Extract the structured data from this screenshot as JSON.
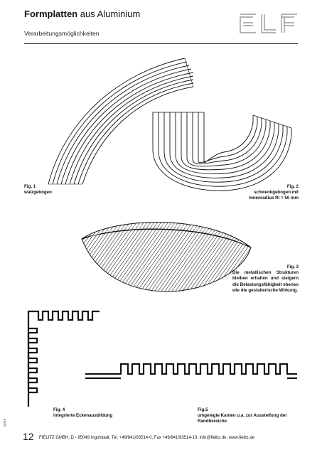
{
  "header": {
    "title_bold": "Formplatten",
    "title_light": " aus Aluminium",
    "subtitle": "Verarbeitungsmöglichkeiten"
  },
  "logo": {
    "name": "fielitz-logo"
  },
  "figures": [
    {
      "id": "fig1",
      "number": "Fig. 1",
      "caption": "walzgebogen"
    },
    {
      "id": "fig2",
      "number": "Fig. 2",
      "caption": "schwenkgebogen mit",
      "caption2": "Innenradius Ri = 50 mm"
    },
    {
      "id": "fig3",
      "number": "Fig. 3",
      "caption": "Die metallischen Strukturen bleiben erhalten und steigern die Belastungsfähigkeit ebenso wie die gestalterische Wirkung."
    },
    {
      "id": "fig4",
      "number": "Fig. 4",
      "caption": "integrierte Eckenausbildung"
    },
    {
      "id": "fig5",
      "number": "Fig.5",
      "caption": "umgelegte Kanten u.a. zur Aussteifung der",
      "caption2": "Randbereiche"
    }
  ],
  "footer": {
    "page_number": "12",
    "text": "FIELITZ GMBH, D - 85049 Ingolstadt, Tel. +49/841/93514-0, Fax +49/841/93514-13, info@fielitz.de, www.fielitz.de",
    "date_code": "02/19"
  }
}
